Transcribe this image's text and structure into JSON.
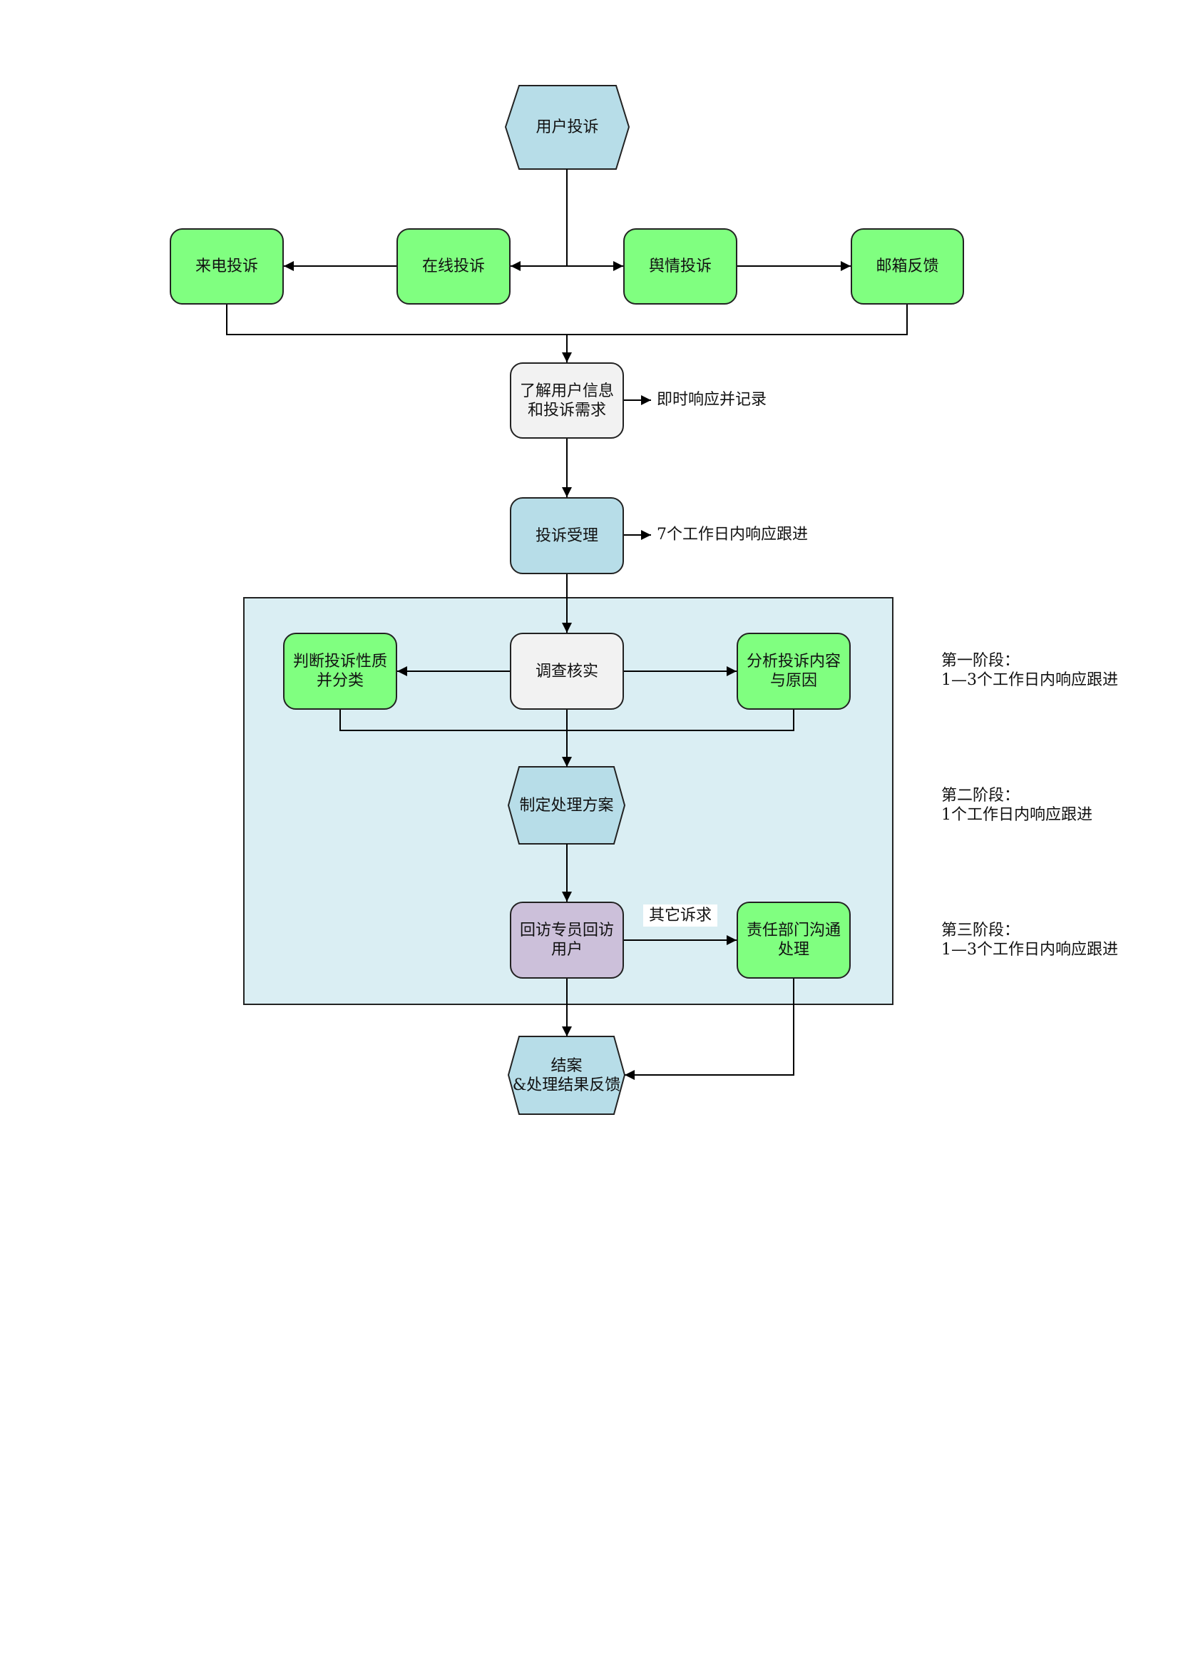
{
  "colors": {
    "green": "#80ff80",
    "gray": "#f2f2f2",
    "blue": "#b7dde8",
    "purple": "#ccc0da",
    "panel": "#daeef3",
    "line": "#000000"
  },
  "nodes": {
    "user_complaint": "用户投诉",
    "phone": "来电投诉",
    "online": "在线投诉",
    "public_opinion": "舆情投诉",
    "email": "邮箱反馈",
    "understand": "了解用户信息\n和投诉需求",
    "accept": "投诉受理",
    "investigate": "调查核实",
    "judge": "判断投诉性质\n并分类",
    "analyze": "分析投诉内容\n与原因",
    "plan": "制定处理方案",
    "revisit": "回访专员回访\n用户",
    "department": "责任部门沟通\n处理",
    "close": "结案\n&处理结果反馈"
  },
  "notes": {
    "immediate": "即时响应并记录",
    "seven_days": "7个工作日内响应跟进",
    "stage1": "第一阶段：\n1—3个工作日内响应跟进",
    "stage2": "第二阶段：\n1个工作日内响应跟进",
    "stage3": "第三阶段：\n1—3个工作日内响应跟进",
    "other_demands": "其它诉求"
  }
}
